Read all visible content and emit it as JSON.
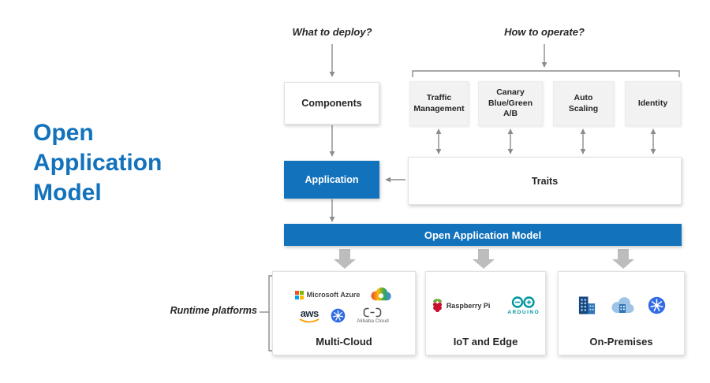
{
  "title": {
    "text": "Open Application Model",
    "lines": [
      "Open",
      "Application",
      "Model"
    ]
  },
  "annotations": {
    "what_to_deploy": "What to deploy?",
    "how_to_operate": "How to operate?",
    "runtime_platforms": "Runtime platforms"
  },
  "nodes": {
    "components": {
      "label": "Components"
    },
    "application": {
      "label": "Application"
    },
    "traits": {
      "label": "Traits"
    },
    "oam_bar": {
      "label": "Open Application Model"
    }
  },
  "trait_boxes": [
    {
      "label": "Traffic\nManagement"
    },
    {
      "label": "Canary\nBlue/Green\nA/B"
    },
    {
      "label": "Auto\nScaling"
    },
    {
      "label": "Identity"
    }
  ],
  "platforms": [
    {
      "label": "Multi-Cloud",
      "logos": {
        "microsoft_azure": "Microsoft Azure",
        "aws": "aws",
        "alibaba_cloud": "Alibaba Cloud"
      }
    },
    {
      "label": "IoT and Edge",
      "logos": {
        "raspberry_pi": "Raspberry Pi",
        "arduino": "ARDUINO"
      }
    },
    {
      "label": "On-Premises"
    }
  ],
  "colors": {
    "accent_blue": "#1272BC",
    "box_gray": "#F2F2F2",
    "arrow_gray": "#8C8C8C",
    "block_arrow_gray": "#BDBDBD"
  }
}
